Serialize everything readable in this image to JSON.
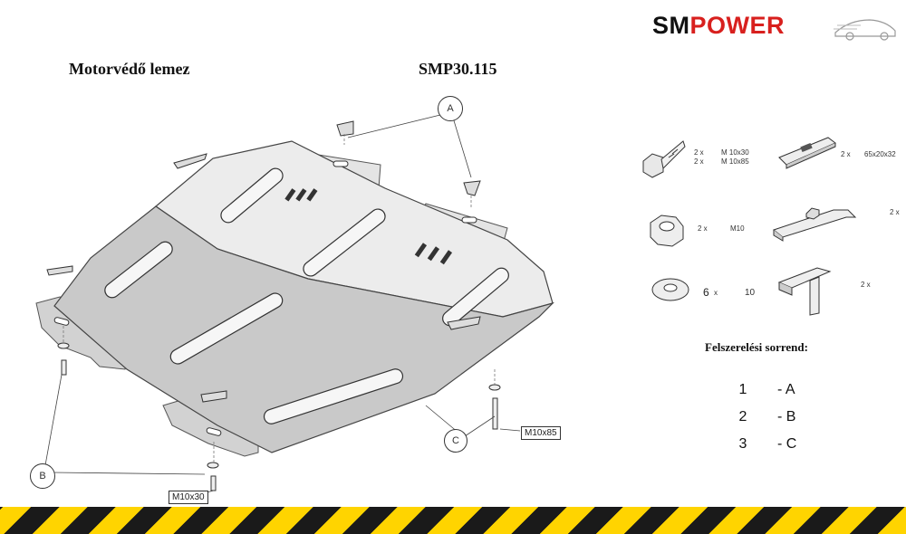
{
  "brand": {
    "part1": "SM",
    "part2": "POWER",
    "color_dark": "#111111",
    "color_red": "#d8201e"
  },
  "title": {
    "name": "Motorvédő lemez",
    "code": "SMP30.115"
  },
  "callouts": {
    "a": "A",
    "b": "B",
    "c": "C",
    "m10x85": "M10x85",
    "m10x30": "M10x30"
  },
  "hardware": [
    {
      "qty1": "2 x",
      "qty2": "2 x",
      "spec1": "M 10x30",
      "spec2": "M 10x85",
      "icon": "bolt-icon"
    },
    {
      "qty": "2 x",
      "spec": "65x20x32",
      "icon": "plate-icon"
    },
    {
      "qty": "2 x",
      "spec": "M10",
      "icon": "nut-icon"
    },
    {
      "qty": "2 x",
      "icon": "bracket-icon"
    },
    {
      "qty": "6",
      "x": "x",
      "spec": "10",
      "icon": "washer-icon"
    },
    {
      "qty": "2 x",
      "icon": "t-bracket-icon"
    }
  ],
  "order": {
    "title": "Felszerelési sorrend:",
    "steps": [
      {
        "num": "1",
        "letter": "- A"
      },
      {
        "num": "2",
        "letter": "- B"
      },
      {
        "num": "3",
        "letter": "- C"
      }
    ]
  },
  "colors": {
    "stripe_yellow": "#ffd400",
    "stripe_black": "#1a1a1a",
    "plate_dark": "#c9c9c9",
    "plate_light": "#ececec"
  }
}
